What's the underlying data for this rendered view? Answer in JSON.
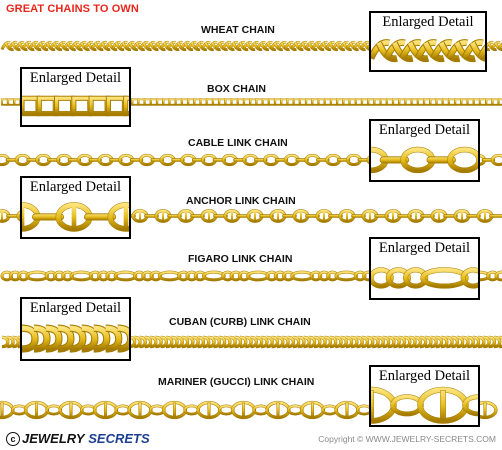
{
  "heading": "GREAT CHAINS TO OWN",
  "detail_label": "Enlarged Detail",
  "colors": {
    "gold": "#e6bd1e",
    "gold_dark": "#a67c00",
    "gold_light": "#fbe27a",
    "heading_red": "#e8261c",
    "logo_blue": "#1c3f8f"
  },
  "chains": [
    {
      "label": "WHEAT CHAIN",
      "style": "wheat"
    },
    {
      "label": "BOX CHAIN",
      "style": "box"
    },
    {
      "label": "CABLE LINK CHAIN",
      "style": "cable"
    },
    {
      "label": "ANCHOR LINK CHAIN",
      "style": "anchor"
    },
    {
      "label": "FIGARO LINK CHAIN",
      "style": "figaro"
    },
    {
      "label": "CUBAN (CURB) LINK CHAIN",
      "style": "cuban"
    },
    {
      "label": "MARINER (GUCCI) LINK CHAIN",
      "style": "mariner"
    }
  ],
  "footer": {
    "copyright_symbol": "c",
    "logo_word1": "JEWELRY",
    "logo_word2": "SECRETS",
    "copyright": "Copyright © WWW.JEWELRY-SECRETS.COM"
  }
}
